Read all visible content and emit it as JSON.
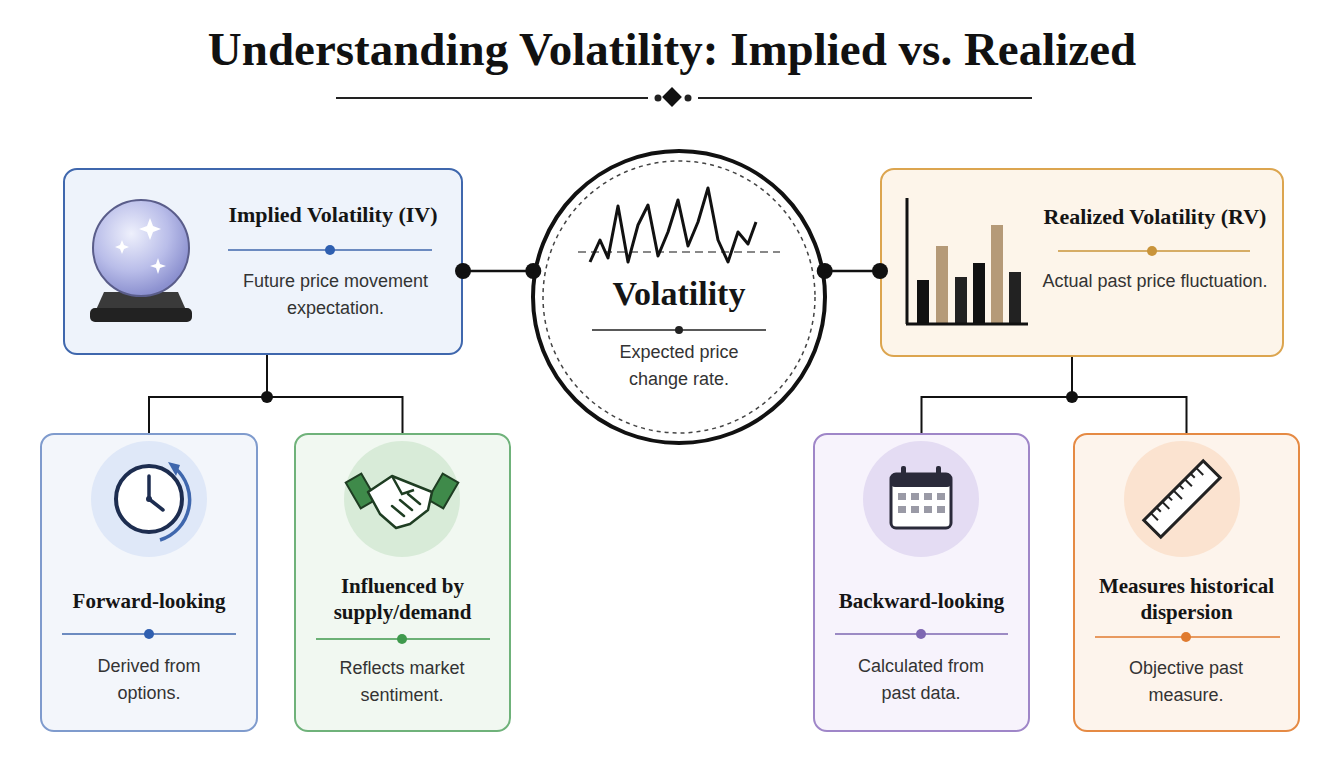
{
  "diagram": {
    "title": "Understanding Volatility: Implied vs. Realized",
    "nodes": [
      {
        "text": [
          "Implied Volatility (IV)",
          "Future price movement expectation."
        ]
      },
      {
        "text": [
          "Volatility",
          "Expected price change rate."
        ]
      },
      {
        "text": [
          "Realized Volatility (RV)",
          "Actual past price fluctuation."
        ]
      },
      {
        "text": [
          "Forward-looking",
          "Derived from options."
        ]
      },
      {
        "text": [
          "Influenced by supply/demand",
          "Reflects market sentiment."
        ]
      },
      {
        "text": [
          "Backward-looking",
          "Calculated from past data."
        ]
      },
      {
        "text": [
          "Measures historical dispersion",
          "Objective past measure."
        ]
      }
    ],
    "edges": [
      {
        "from": 1,
        "to": 0,
        "arrow": "none"
      },
      {
        "from": 1,
        "to": 2,
        "arrow": "none"
      },
      {
        "from": 0,
        "to": 3,
        "arrow": "none"
      },
      {
        "from": 0,
        "to": 4,
        "arrow": "none"
      },
      {
        "from": 2,
        "to": 5,
        "arrow": "none"
      },
      {
        "from": 2,
        "to": 6,
        "arrow": "none"
      }
    ]
  }
}
